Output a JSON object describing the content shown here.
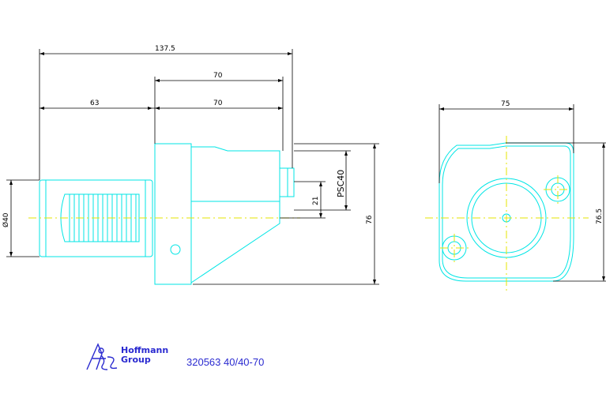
{
  "dimensions": {
    "overall_length": "137.5",
    "body_length_top": "70",
    "body_length": "70",
    "shank_length": "63",
    "shank_diameter": "Ø40",
    "total_height": "76",
    "psc_label": "PSC40",
    "offset": "21",
    "flange_width": "75",
    "flange_height": "76.5"
  },
  "title_block": {
    "company_line1": "Hoffmann",
    "company_line2": "Group",
    "part_code": "320563 40/40-70"
  },
  "colors": {
    "outline": "#00e5e5",
    "centerline": "#e6e600",
    "dimension": "#000000",
    "title": "#2a2ad0"
  }
}
